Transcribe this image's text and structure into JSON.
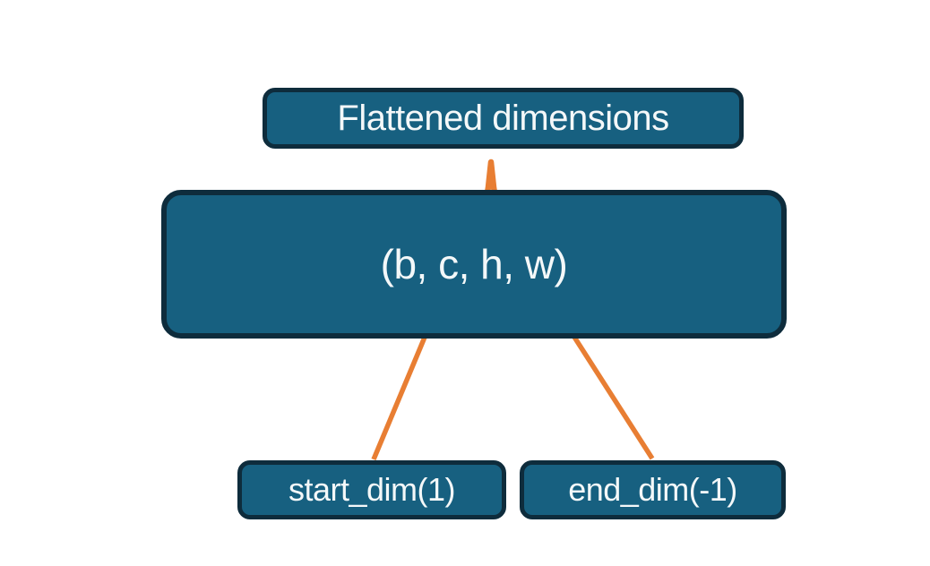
{
  "diagram": {
    "nodes": {
      "flattened_dimensions": {
        "label": "Flattened dimensions"
      },
      "tensor_shape": {
        "label": "(b, c, h, w)"
      },
      "start_dim": {
        "label": "start_dim(1)"
      },
      "end_dim": {
        "label": "end_dim(-1)"
      }
    },
    "colors": {
      "node_fill": "#176080",
      "node_border": "#0e2c3c",
      "accent": "#e87e33",
      "text": "#f4f8f9",
      "background": "#ffffff"
    }
  }
}
